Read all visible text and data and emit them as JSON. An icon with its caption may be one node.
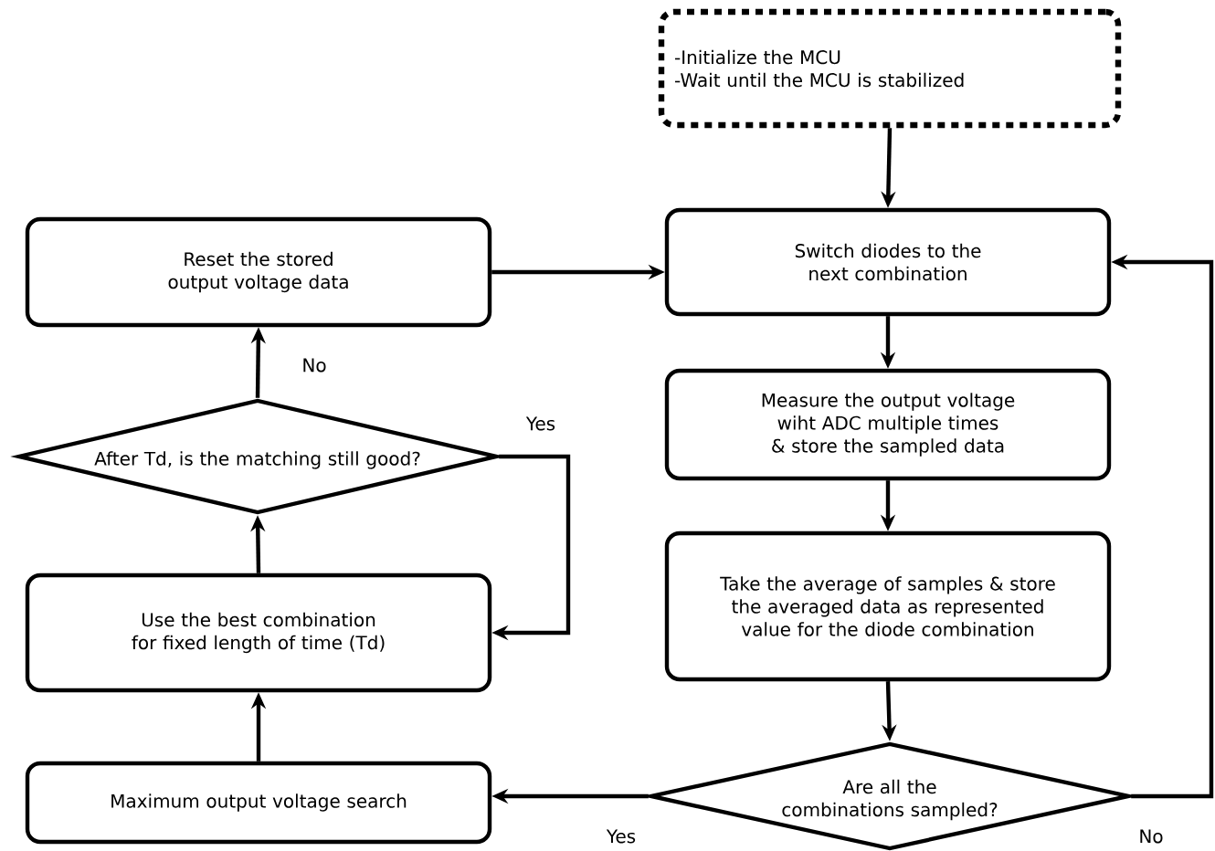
{
  "diagram": {
    "nodes": [
      {
        "text": [
          "-Initialize the MCU",
          "-Wait until the MCU is stabilized"
        ]
      },
      {
        "text": [
          "Switch diodes to the next combination"
        ]
      },
      {
        "text": [
          "Measure the output voltage wiht ADC multiple times & store the sampled data"
        ]
      },
      {
        "text": [
          "Take the average of samples & store the averaged data as represented value for the diode combination"
        ]
      },
      {
        "text": [
          "Are all the combinations sampled?"
        ]
      },
      {
        "text": [
          "Reset the stored output voltage data"
        ]
      },
      {
        "text": [
          "After Td, is the matching still good?"
        ]
      },
      {
        "text": [
          "Use the best combination for fixed length of time (Td)"
        ]
      },
      {
        "text": [
          "Maximum output voltage search"
        ]
      }
    ],
    "edges": [
      {
        "from": 0,
        "to": 1,
        "arrow": "to"
      },
      {
        "from": 1,
        "to": 2,
        "arrow": "to"
      },
      {
        "from": 2,
        "to": 3,
        "arrow": "to"
      },
      {
        "from": 3,
        "to": 4,
        "arrow": "to"
      },
      {
        "from": 4,
        "to": 8,
        "arrow": "to",
        "label": "Yes"
      },
      {
        "from": 4,
        "to": 1,
        "arrow": "to",
        "label": "No"
      },
      {
        "from": 8,
        "to": 7,
        "arrow": "to"
      },
      {
        "from": 7,
        "to": 6,
        "arrow": "to"
      },
      {
        "from": 6,
        "to": 5,
        "arrow": "to",
        "label": "No"
      },
      {
        "from": 6,
        "to": 7,
        "arrow": "to",
        "label": "Yes"
      },
      {
        "from": 5,
        "to": 1,
        "arrow": "to"
      }
    ]
  }
}
